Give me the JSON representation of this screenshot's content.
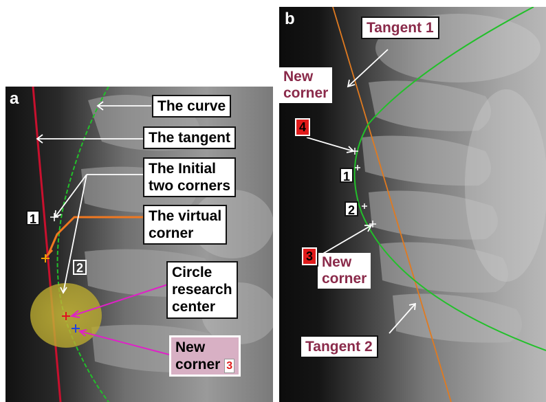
{
  "panel_a": {
    "letter": "a",
    "labels": {
      "curve": "The curve",
      "tangent": "The tangent",
      "initial_corners_line1": "The Initial",
      "initial_corners_line2": "two corners",
      "virtual_line1": "The virtual",
      "virtual_line2": "corner",
      "circle_line1": "Circle",
      "circle_line2": "research",
      "circle_line3": "center",
      "new_corner_line1": "New",
      "new_corner_line2": "corner"
    },
    "numbers": {
      "n1": "1",
      "n2": "2",
      "n3": "3"
    }
  },
  "panel_b": {
    "letter": "b",
    "labels": {
      "tangent1": "Tangent 1",
      "tangent2": "Tangent 2",
      "new_corner_top_line1": "New",
      "new_corner_top_line2": "corner",
      "new_corner_bottom_line1": "New",
      "new_corner_bottom_line2": "corner"
    },
    "numbers": {
      "n1": "1",
      "n2": "2",
      "n3": "3",
      "n4": "4"
    }
  },
  "colors": {
    "curve": "#22c02a",
    "tangent_a": "#c8102e",
    "tangent_b": "#e07a20",
    "virtual": "#f07820",
    "pointer": "#e020c8",
    "circle": "#c8b830",
    "label_maroon": "#8a2a4a"
  }
}
